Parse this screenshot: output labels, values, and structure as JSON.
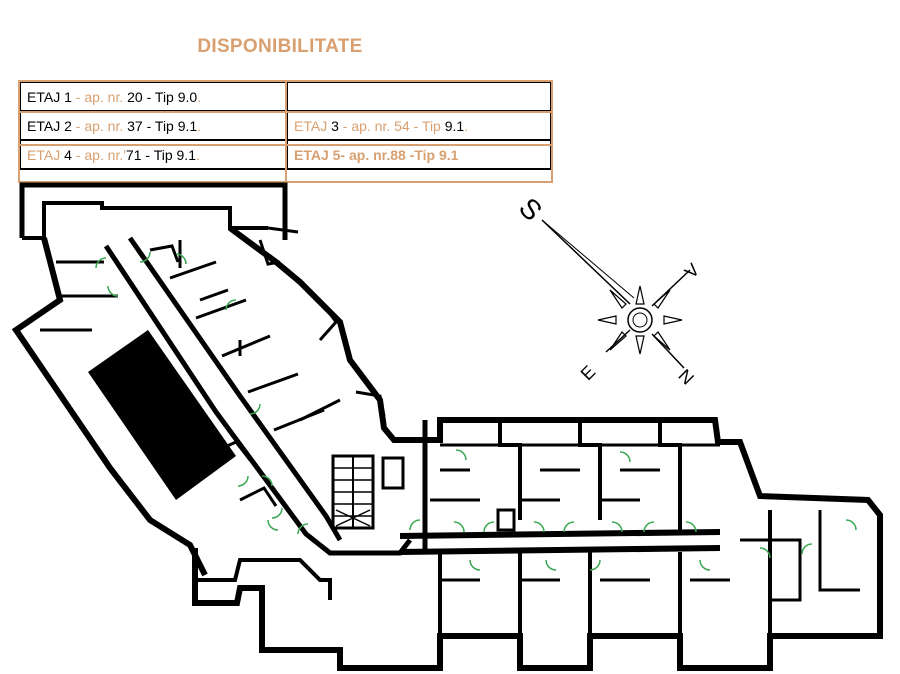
{
  "title": "DISPONIBILITATE",
  "colors": {
    "accent": "#d8a070",
    "line": "#000000",
    "door": "#3aa850",
    "background": "#ffffff"
  },
  "table": {
    "rows": [
      {
        "left": {
          "floor": "ETAJ 1",
          "sep": " - ap. nr. ",
          "apt": "20",
          "dash": " - ",
          "tip": "Tip 9.0",
          "end": "."
        },
        "right": null
      },
      {
        "left": {
          "floor": "ETAJ 2",
          "sep": " - ap. nr. ",
          "apt": "37",
          "dash": " - ",
          "tip": "Tip 9.1",
          "end": "."
        },
        "right": {
          "floor": "ETAJ",
          "num": " 3",
          "sep": " - ap. nr. ",
          "apt": "54",
          "dash": " - Tip ",
          "tip": "9.1",
          "end": "."
        }
      },
      {
        "left": {
          "floor": "ETAJ",
          "num": " 4",
          "sep": " - ap. nr.'",
          "apt": "71",
          "dash": " - ",
          "tip": "Tip 9.1",
          "end": "."
        },
        "right": {
          "text": "ETAJ 5- ap. nr.88 -Tip 9.1"
        }
      }
    ]
  },
  "compass": {
    "south": "S",
    "west": "V",
    "east": "E",
    "north": "N"
  }
}
